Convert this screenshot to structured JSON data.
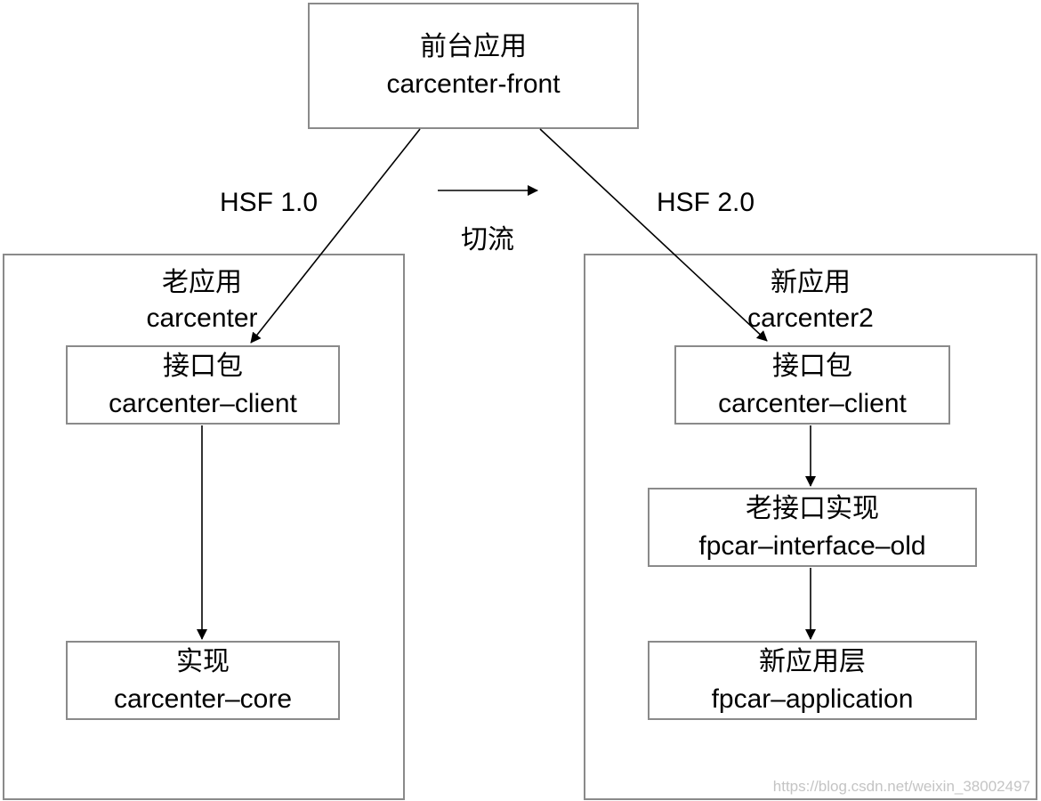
{
  "front": {
    "title": "前台应用",
    "name": "carcenter-front"
  },
  "old_app": {
    "title": "老应用",
    "name": "carcenter",
    "client": {
      "title": "接口包",
      "name": "carcenter–client"
    },
    "impl": {
      "title": "实现",
      "name": "carcenter–core"
    }
  },
  "new_app": {
    "title": "新应用",
    "name": "carcenter2",
    "client": {
      "title": "接口包",
      "name": "carcenter–client"
    },
    "old_impl": {
      "title": "老接口实现",
      "name": "fpcar–interface–old"
    },
    "app_layer": {
      "title": "新应用层",
      "name": "fpcar–application"
    }
  },
  "labels": {
    "hsf1": "HSF 1.0",
    "hsf2": "HSF 2.0",
    "switch": "切流"
  },
  "watermark": "https://blog.csdn.net/weixin_38002497"
}
